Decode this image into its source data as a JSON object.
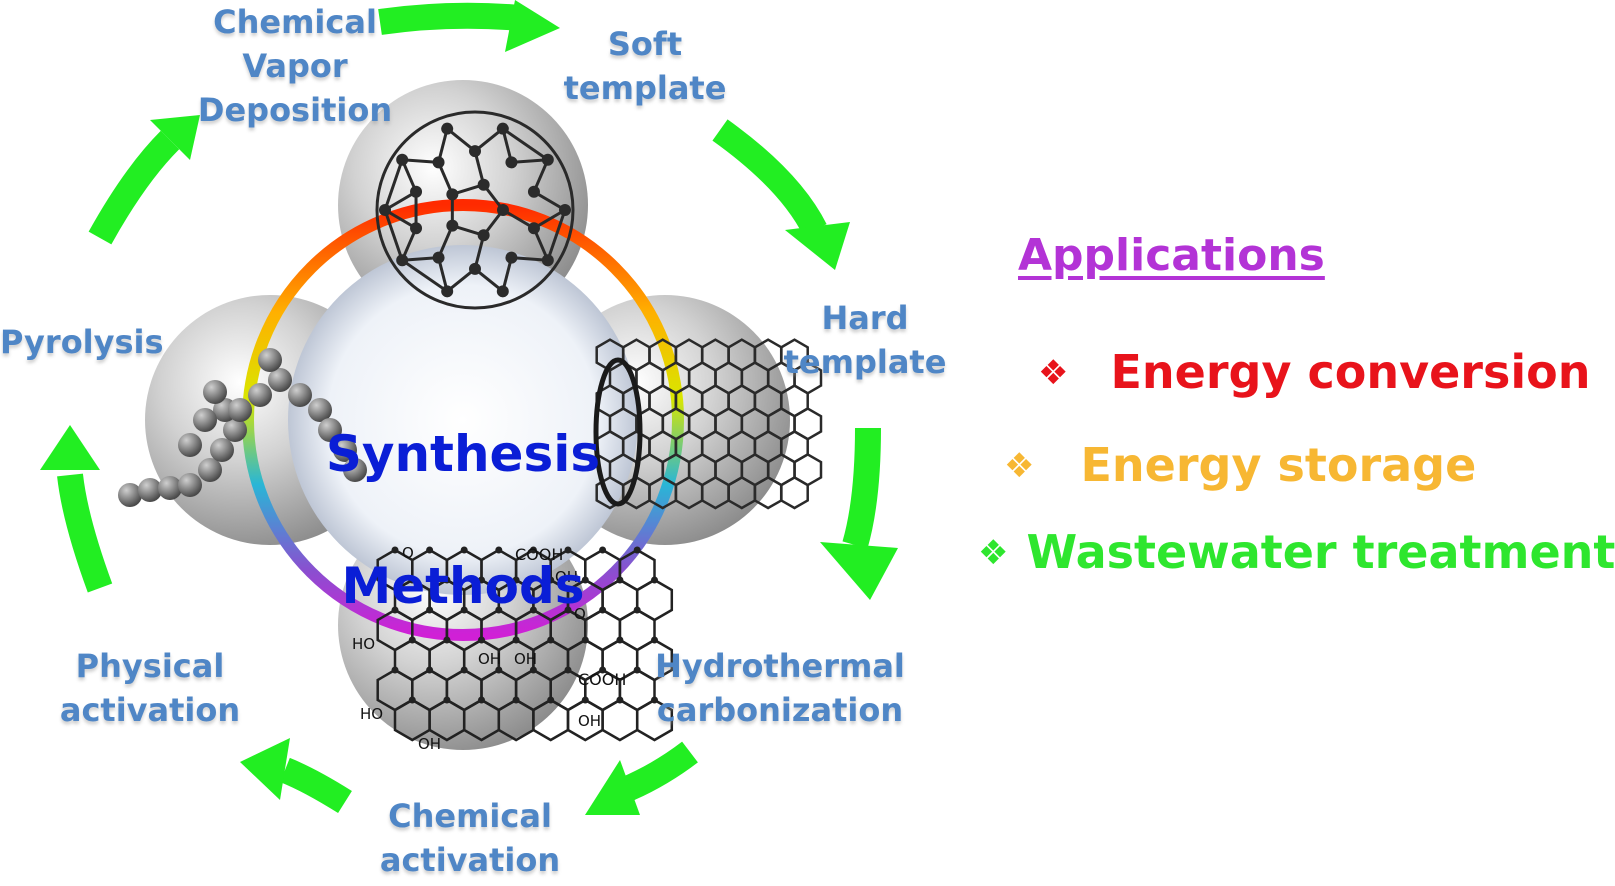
{
  "center": {
    "title_line1": "Synthesis",
    "title_line2": "Methods"
  },
  "methods": {
    "cvd": "Chemical\nVapor\nDeposition",
    "soft_template": "Soft\ntemplate",
    "hard_template": "Hard\ntemplate",
    "hydrothermal": "Hydrothermal\ncarbonization",
    "chemical_activation": "Chemical\nactivation",
    "physical_activation": "Physical\nactivation",
    "pyrolysis": "Pyrolysis"
  },
  "applications": {
    "heading": "Applications",
    "bullet_glyph": "❖",
    "items": [
      {
        "label": "Energy conversion",
        "color": "#e8131b"
      },
      {
        "label": "Energy storage",
        "color": "#f7b733"
      },
      {
        "label": "Wastewater treatment",
        "color": "#2ee62e"
      }
    ]
  },
  "structure_labels": {
    "cooh_1": "COOH",
    "oh_1": "OH",
    "o_1": "O",
    "o_2": "O",
    "ho_1": "HO",
    "oh_2": "OH",
    "oh_3": "OH",
    "cooh_2": "COOH",
    "oh_4": "OH",
    "ho_2": "HO",
    "oh_5": "OH"
  },
  "colors": {
    "arrow": "#22ee22",
    "method_text": "#4f86c6",
    "center_text": "#0a1ed6",
    "heading": "#b333d6"
  }
}
